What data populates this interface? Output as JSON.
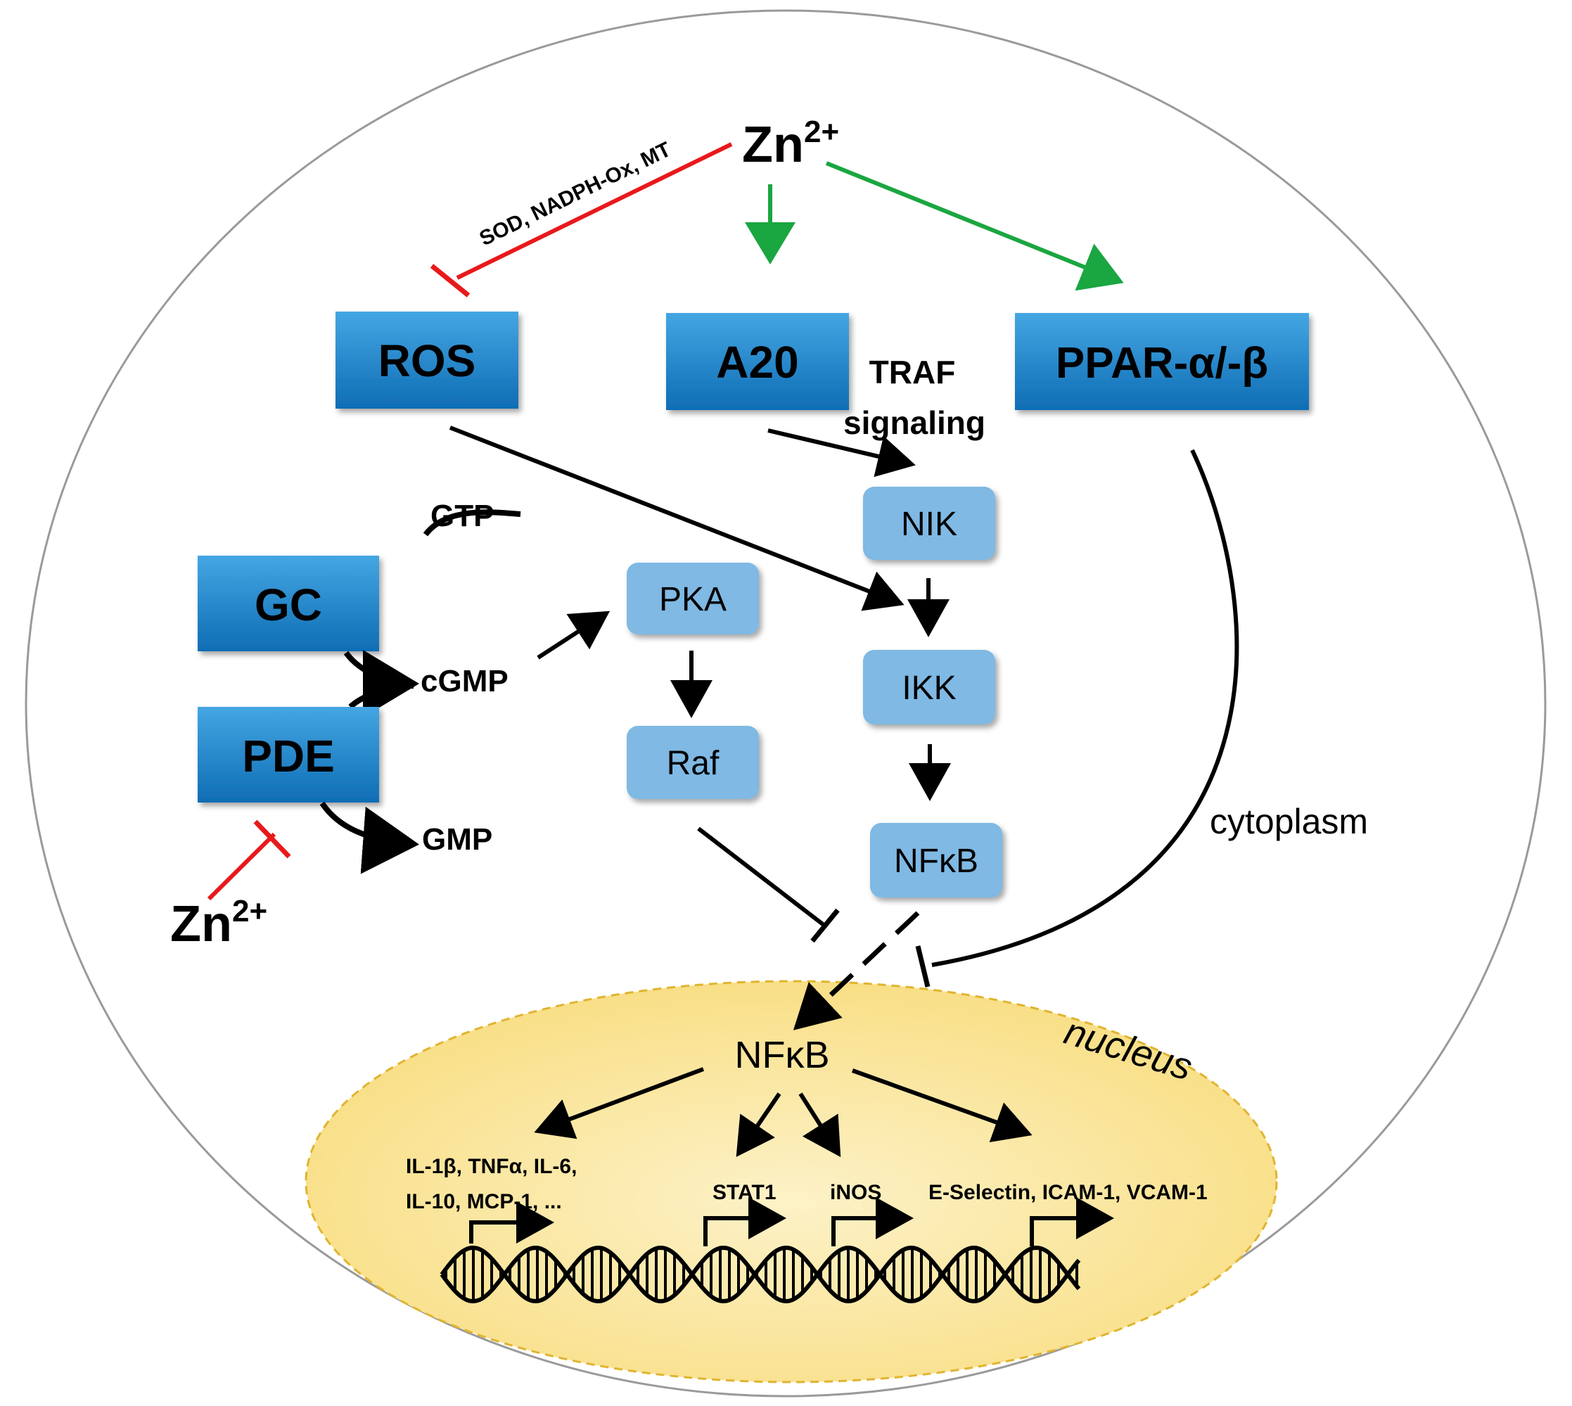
{
  "zinc": {
    "top": "Zn",
    "top_sup": "2+",
    "bottom": "Zn",
    "bottom_sup": "2+"
  },
  "inhibitor_label": "SOD, NADPH-Ox, MT",
  "boxes": {
    "ros": "ROS",
    "a20": "A20",
    "ppar": "PPAR-α/-β",
    "gc": "GC",
    "pde": "PDE",
    "pka": "PKA",
    "raf": "Raf",
    "nik": "NIK",
    "ikk": "IKK",
    "nfkb_cyto": "NFκB"
  },
  "labels": {
    "traf_line1": "TRAF",
    "traf_line2": "signaling",
    "gtp": "GTP",
    "cgmp": "cGMP",
    "gmp": "GMP",
    "cytoplasm": "cytoplasm",
    "nucleus": "nucleus",
    "nfkb_nucleus": "NFκB"
  },
  "genes": {
    "cytokines_line1": "IL-1β, TNFα, IL-6,",
    "cytokines_line2": "IL-10, MCP-1, ...",
    "stat1": "STAT1",
    "inos": "iNOS",
    "adhesion": "E-Selectin, ICAM-1, VCAM-1"
  },
  "colors": {
    "activation": "#1aa640",
    "inhibition": "#e8191b",
    "box_dark_top": "#3ea0de",
    "box_dark_bottom": "#0d6fb8",
    "box_light": "#7fb9e4",
    "nucleus_fill": "#fbe598",
    "nucleus_border": "#e0b430"
  }
}
